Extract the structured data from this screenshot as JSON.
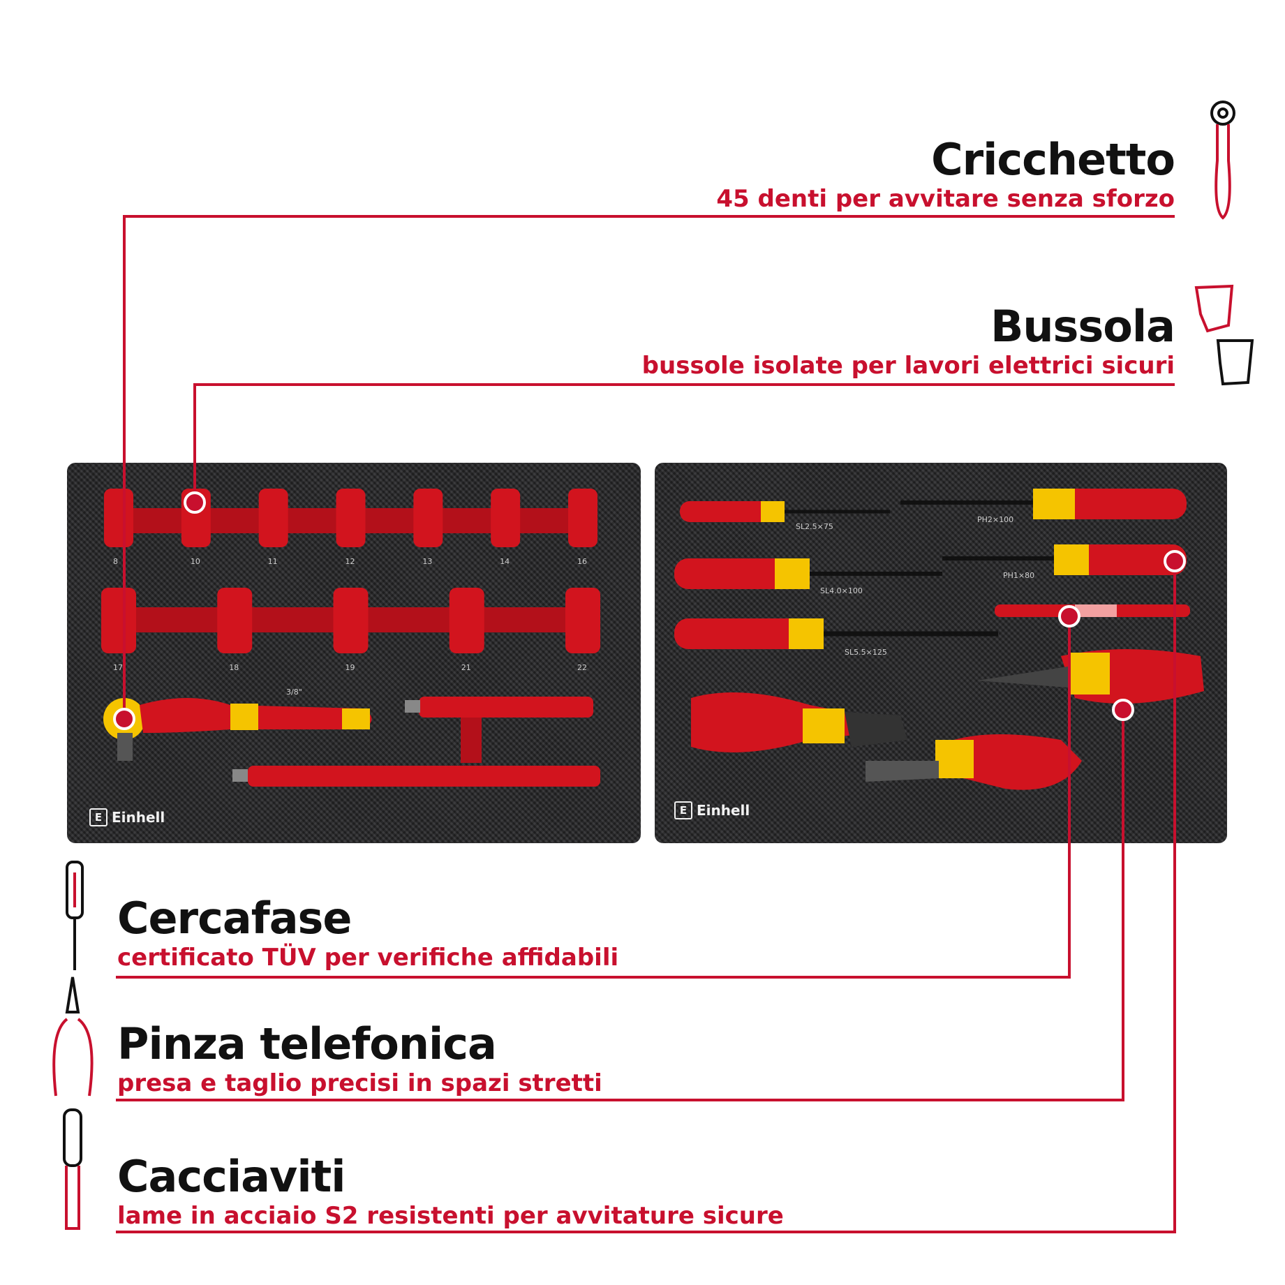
{
  "callouts": {
    "cricchetto": {
      "title": "Cricchetto",
      "subtitle": "45 denti per avvitare senza sforzo"
    },
    "bussola": {
      "title": "Bussola",
      "subtitle": "bussole isolate per lavori elettrici sicuri"
    },
    "cercafase": {
      "title": "Cercafase",
      "subtitle": "certificato TÜV per verifiche affidabili"
    },
    "pinza": {
      "title": "Pinza telefonica",
      "subtitle": "presa e taglio precisi in spazi stretti"
    },
    "cacciaviti": {
      "title": "Cacciaviti",
      "subtitle": "lame in acciaio S2 resistenti per avvitature sicure"
    }
  },
  "tray_left": {
    "brand": "Einhell",
    "socket_row1": [
      "8",
      "10",
      "11",
      "12",
      "13",
      "14",
      "16"
    ],
    "socket_row2": [
      "17",
      "18",
      "19",
      "21",
      "22"
    ],
    "drive_label": "3/8\""
  },
  "tray_right": {
    "brand": "Einhell",
    "screwdriver_labels": [
      "SL2.5×75",
      "PH2×100",
      "PH1×80",
      "SL4.0×100",
      "SL5.5×125"
    ]
  },
  "colors": {
    "accent": "#c8102e",
    "tool_red": "#d2141e",
    "tool_yellow": "#f5c400",
    "tray": "#2a2a2c"
  },
  "icons": [
    "ratchet-icon",
    "socket-icon",
    "voltage-tester-icon",
    "pliers-icon",
    "screwdriver-icon"
  ]
}
